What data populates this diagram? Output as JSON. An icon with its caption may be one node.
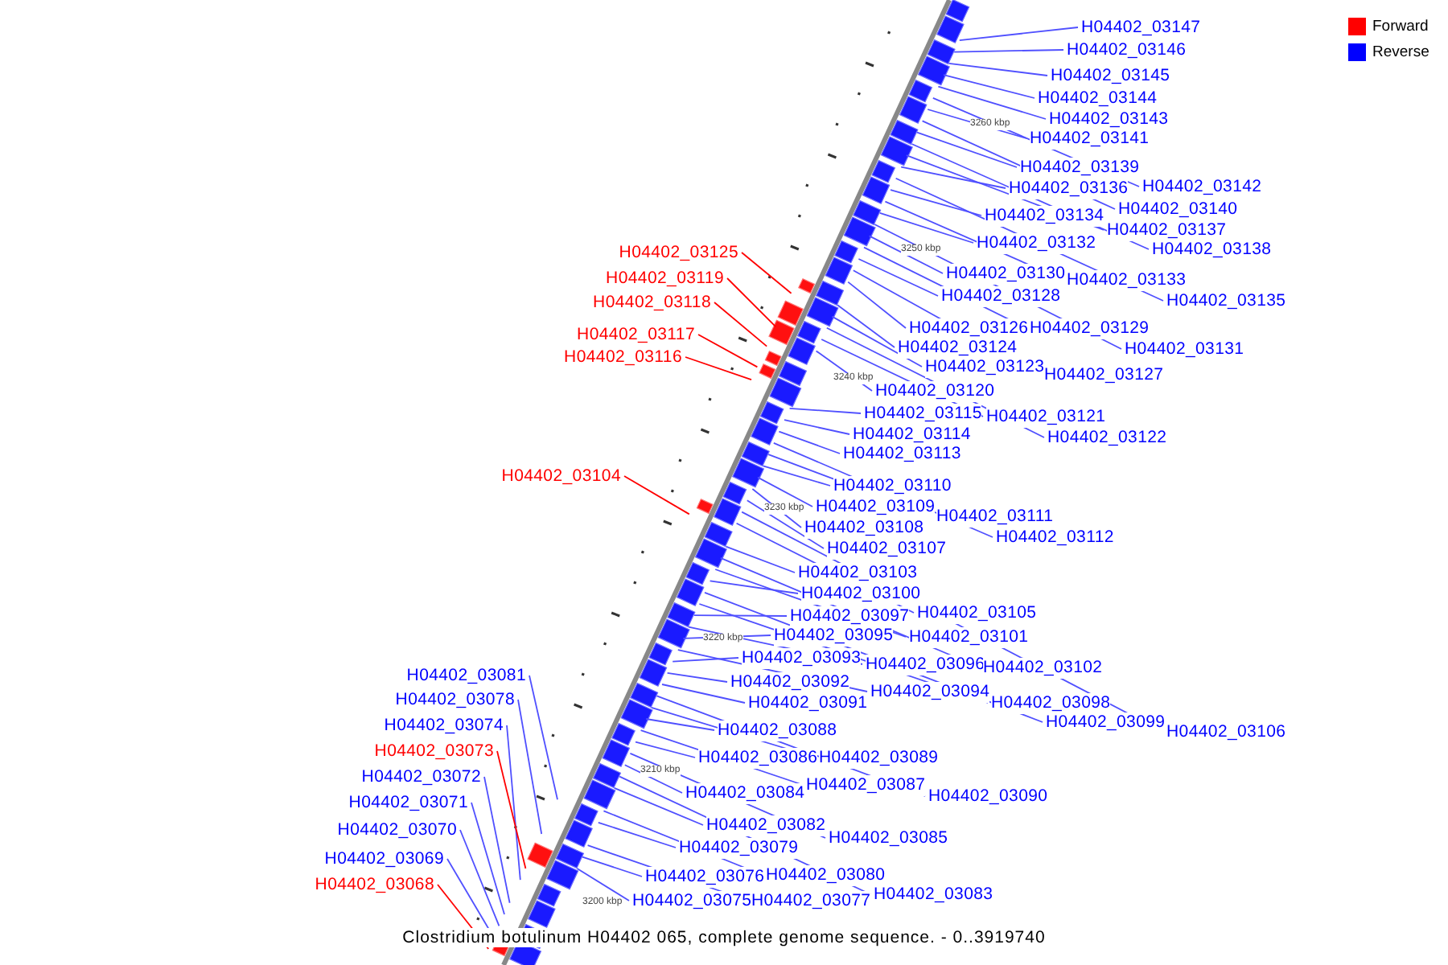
{
  "diagram": {
    "caption": "Clostridium botulinum H04402 065, complete genome sequence. - 0..3919740",
    "nodes": [
      {
        "text": [
          "H04402_03147"
        ]
      },
      {
        "text": [
          "H04402_03146"
        ]
      },
      {
        "text": [
          "H04402_03145"
        ]
      },
      {
        "text": [
          "H04402_03144"
        ]
      },
      {
        "text": [
          "H04402_03143"
        ]
      },
      {
        "text": [
          "H04402_03141"
        ]
      },
      {
        "text": [
          "H04402_03139"
        ]
      },
      {
        "text": [
          "H04402_03142"
        ]
      },
      {
        "text": [
          "H04402_03136"
        ]
      },
      {
        "text": [
          "H04402_03140"
        ]
      },
      {
        "text": [
          "H04402_03134"
        ]
      },
      {
        "text": [
          "H04402_03137"
        ]
      },
      {
        "text": [
          "H04402_03132"
        ]
      },
      {
        "text": [
          "H04402_03138"
        ]
      },
      {
        "text": [
          "H04402_03125"
        ]
      },
      {
        "text": [
          "H04402_03130"
        ]
      },
      {
        "text": [
          "H04402_03119"
        ]
      },
      {
        "text": [
          "H04402_03133"
        ]
      },
      {
        "text": [
          "H04402_03128"
        ]
      },
      {
        "text": [
          "H04402_03135"
        ]
      },
      {
        "text": [
          "H04402_03118"
        ]
      },
      {
        "text": [
          "H04402_03126"
        ]
      },
      {
        "text": [
          "H04402_03129"
        ]
      },
      {
        "text": [
          "H04402_03117"
        ]
      },
      {
        "text": [
          "H04402_03124"
        ]
      },
      {
        "text": [
          "H04402_03131"
        ]
      },
      {
        "text": [
          "H04402_03116"
        ]
      },
      {
        "text": [
          "H04402_03123"
        ]
      },
      {
        "text": [
          "H04402_03127"
        ]
      },
      {
        "text": [
          "H04402_03120"
        ]
      },
      {
        "text": [
          "H04402_03115"
        ]
      },
      {
        "text": [
          "H04402_03121"
        ]
      },
      {
        "text": [
          "H04402_03114"
        ]
      },
      {
        "text": [
          "H04402_03122"
        ]
      },
      {
        "text": [
          "H04402_03113"
        ]
      },
      {
        "text": [
          "H04402_03104"
        ]
      },
      {
        "text": [
          "H04402_03110"
        ]
      },
      {
        "text": [
          "H04402_03109"
        ]
      },
      {
        "text": [
          "H04402_03111"
        ]
      },
      {
        "text": [
          "H04402_03108"
        ]
      },
      {
        "text": [
          "H04402_03112"
        ]
      },
      {
        "text": [
          "H04402_03107"
        ]
      },
      {
        "text": [
          "H04402_03103"
        ]
      },
      {
        "text": [
          "H04402_03100"
        ]
      },
      {
        "text": [
          "H04402_03105"
        ]
      },
      {
        "text": [
          "H04402_03097"
        ]
      },
      {
        "text": [
          "H04402_03101"
        ]
      },
      {
        "text": [
          "H04402_03095"
        ]
      },
      {
        "text": [
          "H04402_03093"
        ]
      },
      {
        "text": [
          "H04402_03096"
        ]
      },
      {
        "text": [
          "H04402_03102"
        ]
      },
      {
        "text": [
          "H04402_03081"
        ]
      },
      {
        "text": [
          "H04402_03092"
        ]
      },
      {
        "text": [
          "H04402_03078"
        ]
      },
      {
        "text": [
          "H04402_03091"
        ]
      },
      {
        "text": [
          "H04402_03094"
        ]
      },
      {
        "text": [
          "H04402_03098"
        ]
      },
      {
        "text": [
          "H04402_03099"
        ]
      },
      {
        "text": [
          "H04402_03074"
        ]
      },
      {
        "text": [
          "H04402_03106"
        ]
      },
      {
        "text": [
          "H04402_03088"
        ]
      },
      {
        "text": [
          "H04402_03073"
        ]
      },
      {
        "text": [
          "H04402_03086"
        ]
      },
      {
        "text": [
          "H04402_03089"
        ]
      },
      {
        "text": [
          "H04402_03072"
        ]
      },
      {
        "text": [
          "H04402_03087"
        ]
      },
      {
        "text": [
          "H04402_03084"
        ]
      },
      {
        "text": [
          "H04402_03090"
        ]
      },
      {
        "text": [
          "H04402_03071"
        ]
      },
      {
        "text": [
          "H04402_03082"
        ]
      },
      {
        "text": [
          "H04402_03070"
        ]
      },
      {
        "text": [
          "H04402_03085"
        ]
      },
      {
        "text": [
          "H04402_03079"
        ]
      },
      {
        "text": [
          "H04402_03069"
        ]
      },
      {
        "text": [
          "H04402_03076"
        ]
      },
      {
        "text": [
          "H04402_03080"
        ]
      },
      {
        "text": [
          "H04402_03068"
        ]
      },
      {
        "text": [
          "H04402_03083"
        ]
      },
      {
        "text": [
          "H04402_03075"
        ]
      },
      {
        "text": [
          "H04402_03077"
        ]
      }
    ],
    "edges": [
      {
        "from": 0,
        "to": null,
        "arrow": "none"
      },
      {
        "from": 1,
        "to": null,
        "arrow": "none"
      },
      {
        "from": 2,
        "to": null,
        "arrow": "none"
      },
      {
        "from": 3,
        "to": null,
        "arrow": "none"
      },
      {
        "from": 4,
        "to": null,
        "arrow": "none"
      },
      {
        "from": 5,
        "to": null,
        "arrow": "none"
      },
      {
        "from": 6,
        "to": null,
        "arrow": "none"
      },
      {
        "from": 7,
        "to": null,
        "arrow": "none"
      },
      {
        "from": 8,
        "to": null,
        "arrow": "none"
      },
      {
        "from": 9,
        "to": null,
        "arrow": "none"
      },
      {
        "from": 10,
        "to": null,
        "arrow": "none"
      },
      {
        "from": 11,
        "to": null,
        "arrow": "none"
      },
      {
        "from": 12,
        "to": null,
        "arrow": "none"
      },
      {
        "from": 13,
        "to": null,
        "arrow": "none"
      },
      {
        "from": 14,
        "to": null,
        "arrow": "none",
        "color": "#ff0000"
      },
      {
        "from": 15,
        "to": null,
        "arrow": "none"
      },
      {
        "from": 16,
        "to": null,
        "arrow": "none",
        "color": "#ff0000"
      },
      {
        "from": 17,
        "to": null,
        "arrow": "none"
      },
      {
        "from": 18,
        "to": null,
        "arrow": "none"
      },
      {
        "from": 19,
        "to": null,
        "arrow": "none"
      },
      {
        "from": 20,
        "to": null,
        "arrow": "none",
        "color": "#ff0000"
      },
      {
        "from": 21,
        "to": null,
        "arrow": "none"
      },
      {
        "from": 22,
        "to": null,
        "arrow": "none"
      },
      {
        "from": 23,
        "to": null,
        "arrow": "none",
        "color": "#ff0000"
      },
      {
        "from": 24,
        "to": null,
        "arrow": "none"
      },
      {
        "from": 25,
        "to": null,
        "arrow": "none"
      },
      {
        "from": 26,
        "to": null,
        "arrow": "none",
        "color": "#ff0000"
      },
      {
        "from": 27,
        "to": null,
        "arrow": "none"
      },
      {
        "from": 28,
        "to": null,
        "arrow": "none"
      },
      {
        "from": 29,
        "to": null,
        "arrow": "none"
      },
      {
        "from": 30,
        "to": null,
        "arrow": "none"
      },
      {
        "from": 31,
        "to": null,
        "arrow": "none"
      },
      {
        "from": 32,
        "to": null,
        "arrow": "none"
      },
      {
        "from": 33,
        "to": null,
        "arrow": "none"
      },
      {
        "from": 34,
        "to": null,
        "arrow": "none"
      },
      {
        "from": 35,
        "to": null,
        "arrow": "none",
        "color": "#ff0000"
      },
      {
        "from": 36,
        "to": null,
        "arrow": "none"
      },
      {
        "from": 37,
        "to": null,
        "arrow": "none"
      },
      {
        "from": 38,
        "to": null,
        "arrow": "none"
      },
      {
        "from": 39,
        "to": null,
        "arrow": "none"
      },
      {
        "from": 40,
        "to": null,
        "arrow": "none"
      },
      {
        "from": 41,
        "to": null,
        "arrow": "none"
      },
      {
        "from": 42,
        "to": null,
        "arrow": "none"
      },
      {
        "from": 43,
        "to": null,
        "arrow": "none"
      },
      {
        "from": 44,
        "to": null,
        "arrow": "none"
      },
      {
        "from": 45,
        "to": null,
        "arrow": "none"
      },
      {
        "from": 46,
        "to": null,
        "arrow": "none"
      },
      {
        "from": 47,
        "to": null,
        "arrow": "none"
      },
      {
        "from": 48,
        "to": null,
        "arrow": "none"
      },
      {
        "from": 49,
        "to": null,
        "arrow": "none"
      },
      {
        "from": 50,
        "to": null,
        "arrow": "none"
      },
      {
        "from": 51,
        "to": null,
        "arrow": "none"
      },
      {
        "from": 52,
        "to": null,
        "arrow": "none"
      },
      {
        "from": 53,
        "to": null,
        "arrow": "none"
      },
      {
        "from": 54,
        "to": null,
        "arrow": "none"
      },
      {
        "from": 55,
        "to": null,
        "arrow": "none"
      },
      {
        "from": 56,
        "to": null,
        "arrow": "none"
      },
      {
        "from": 57,
        "to": null,
        "arrow": "none"
      },
      {
        "from": 58,
        "to": null,
        "arrow": "none"
      },
      {
        "from": 59,
        "to": null,
        "arrow": "none"
      },
      {
        "from": 60,
        "to": null,
        "arrow": "none"
      },
      {
        "from": 61,
        "to": null,
        "arrow": "none",
        "color": "#ff0000"
      },
      {
        "from": 62,
        "to": null,
        "arrow": "none"
      },
      {
        "from": 63,
        "to": null,
        "arrow": "none"
      },
      {
        "from": 64,
        "to": null,
        "arrow": "none"
      },
      {
        "from": 65,
        "to": null,
        "arrow": "none"
      },
      {
        "from": 66,
        "to": null,
        "arrow": "none"
      },
      {
        "from": 67,
        "to": null,
        "arrow": "none"
      },
      {
        "from": 68,
        "to": null,
        "arrow": "none"
      },
      {
        "from": 69,
        "to": null,
        "arrow": "none"
      },
      {
        "from": 70,
        "to": null,
        "arrow": "none"
      },
      {
        "from": 71,
        "to": null,
        "arrow": "none"
      },
      {
        "from": 72,
        "to": null,
        "arrow": "none"
      },
      {
        "from": 73,
        "to": null,
        "arrow": "none"
      },
      {
        "from": 74,
        "to": null,
        "arrow": "none"
      },
      {
        "from": 75,
        "to": null,
        "arrow": "none"
      },
      {
        "from": 76,
        "to": null,
        "arrow": "none",
        "color": "#ff0000"
      },
      {
        "from": 77,
        "to": null,
        "arrow": "none"
      },
      {
        "from": 78,
        "to": null,
        "arrow": "none"
      },
      {
        "from": 79,
        "to": null,
        "arrow": "none"
      }
    ],
    "labels": [
      "3260 kbp",
      "3250 kbp",
      "3240 kbp",
      "3230 kbp",
      "3220 kbp",
      "3210 kbp",
      "3200 kbp"
    ],
    "legend": [
      {
        "text": "Forward",
        "color": "#ff0000"
      },
      {
        "text": "Reverse",
        "color": "#0000ff"
      }
    ]
  }
}
